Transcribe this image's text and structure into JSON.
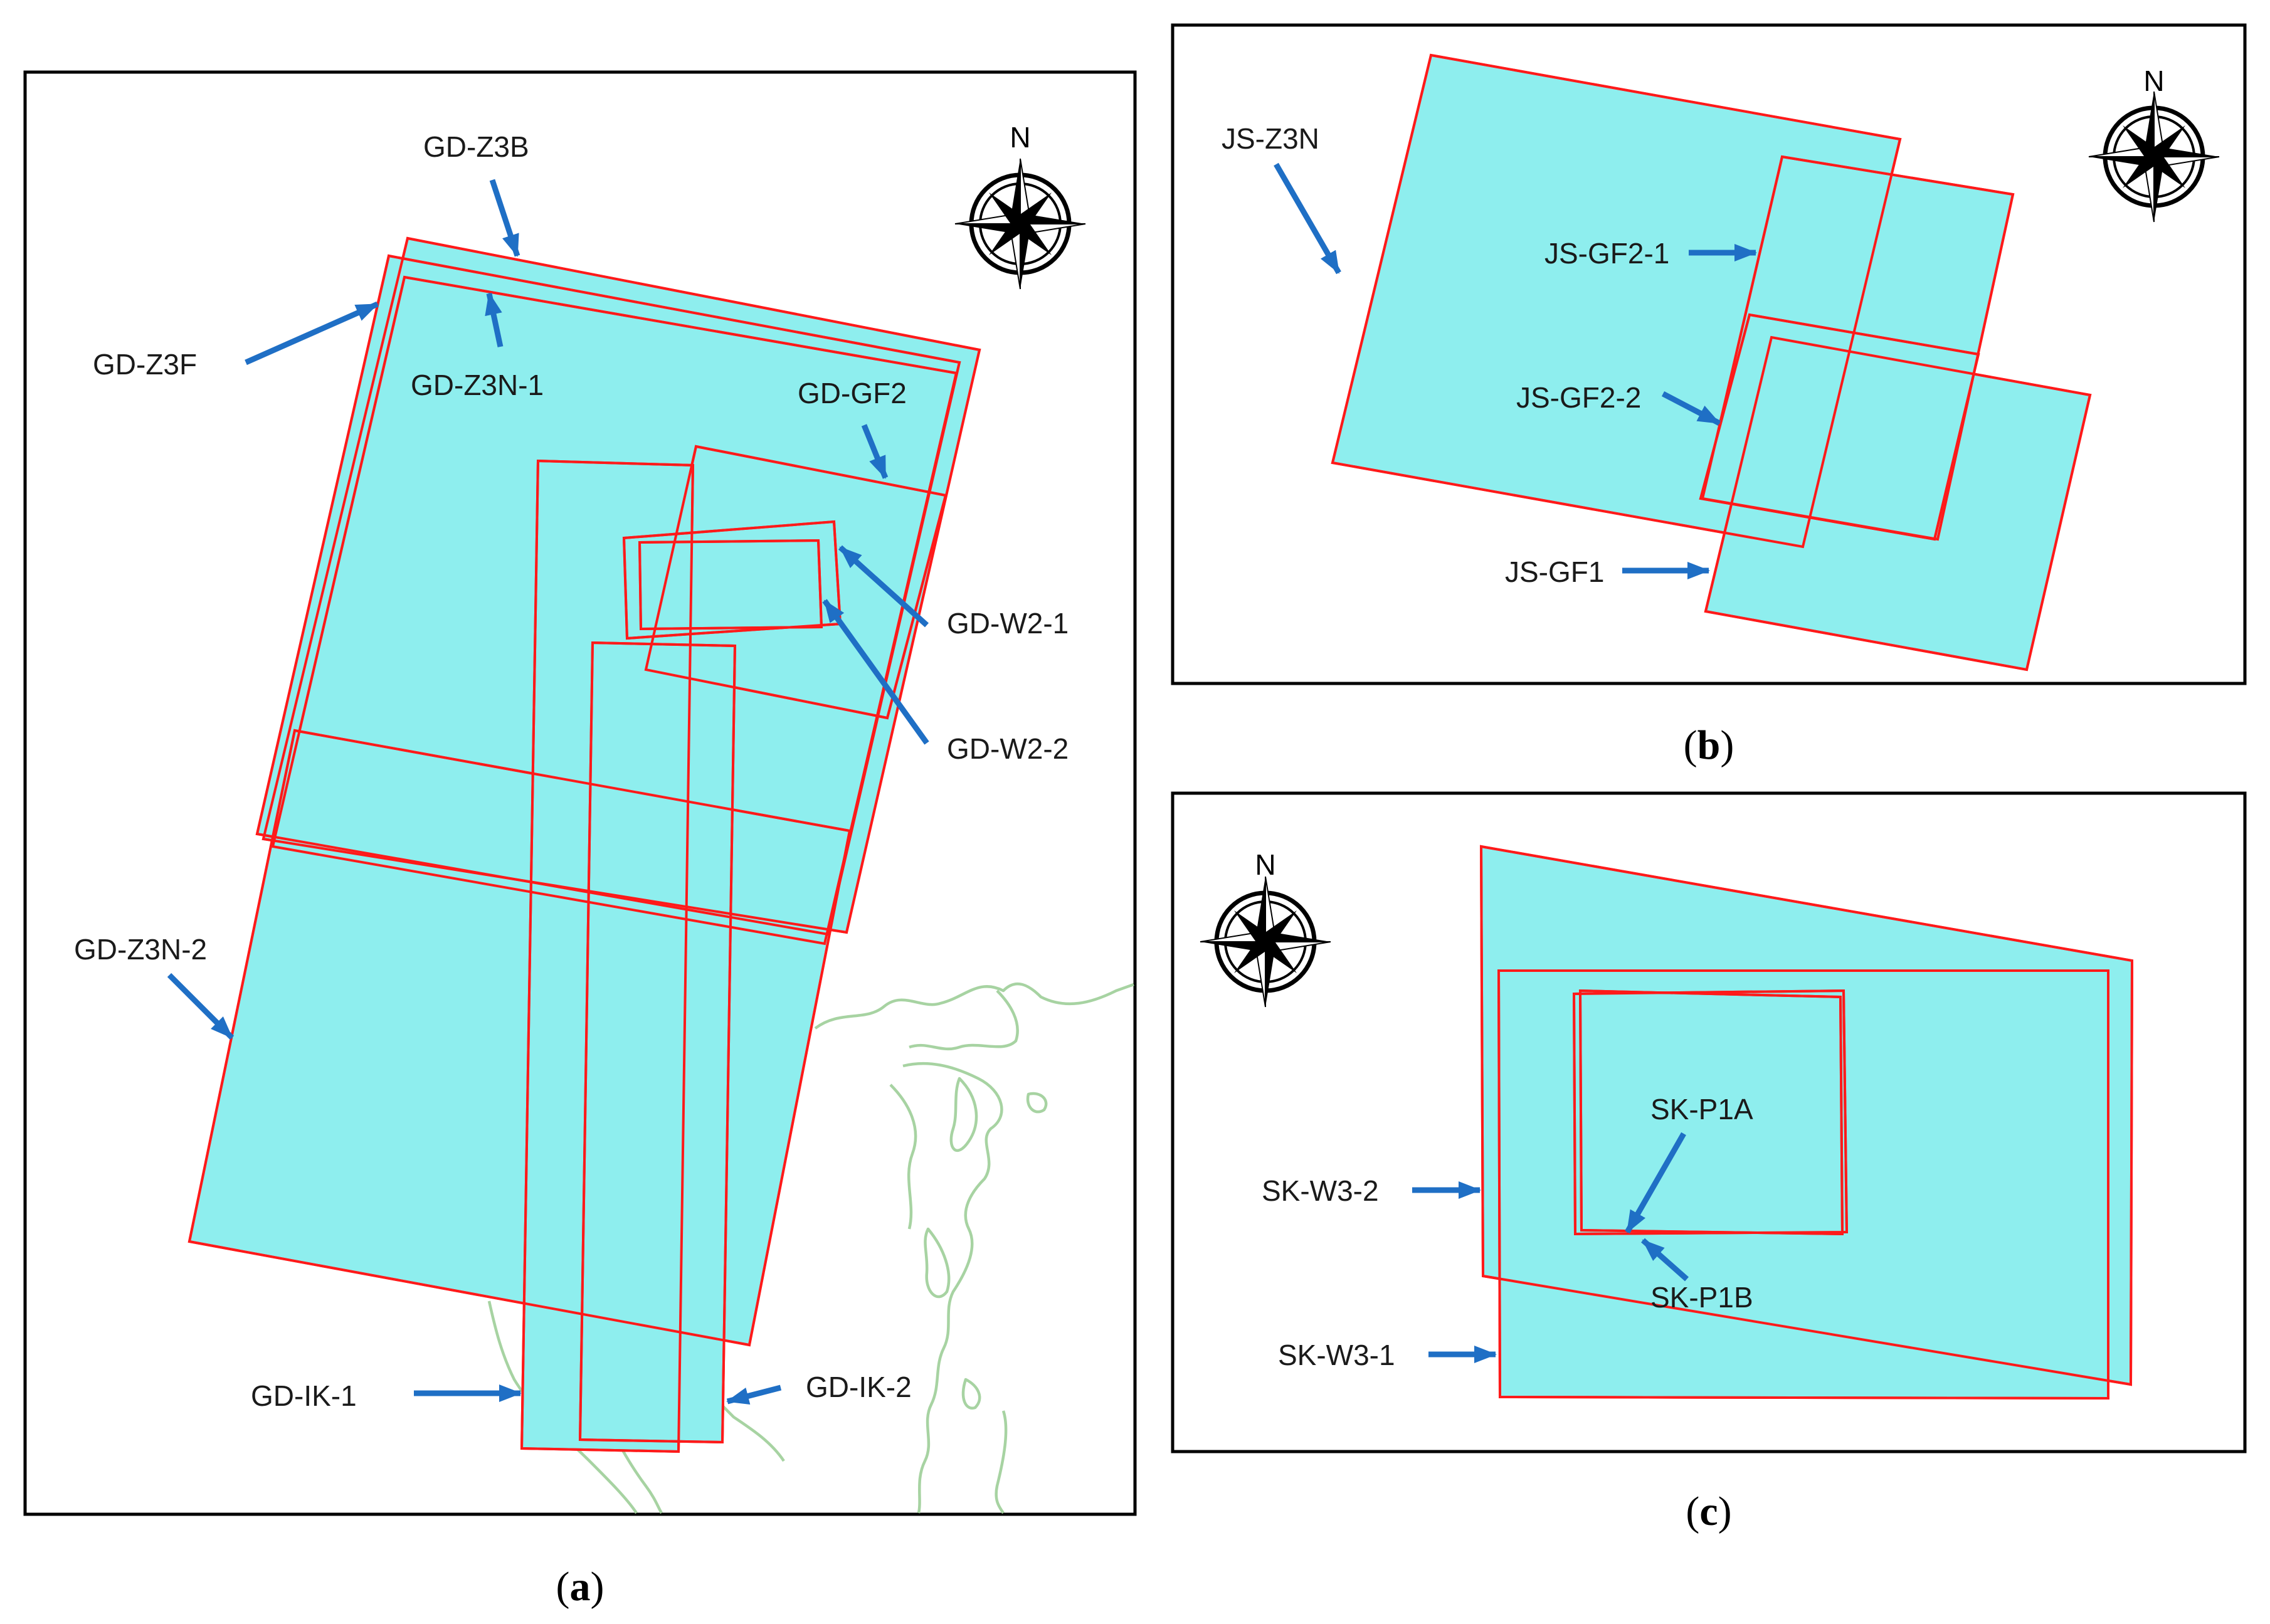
{
  "panels": {
    "a": {
      "caption": {
        "open": "(",
        "letter": "a",
        "close": ")"
      },
      "north": "N",
      "labels": {
        "z3b": "GD-Z3B",
        "z3f": "GD-Z3F",
        "z3n1": "GD-Z3N-1",
        "gf2": "GD-GF2",
        "w21": "GD-W2-1",
        "w22": "GD-W2-2",
        "z3n2": "GD-Z3N-2",
        "ik1": "GD-IK-1",
        "ik2": "GD-IK-2"
      }
    },
    "b": {
      "caption": {
        "open": "(",
        "letter": "b",
        "close": ")"
      },
      "north": "N",
      "labels": {
        "z3n": "JS-Z3N",
        "gf21": "JS-GF2-1",
        "gf22": "JS-GF2-2",
        "gf1": "JS-GF1"
      }
    },
    "c": {
      "caption": {
        "open": "(",
        "letter": "c",
        "close": ")"
      },
      "north": "N",
      "labels": {
        "p1a": "SK-P1A",
        "w32": "SK-W3-2",
        "p1b": "SK-P1B",
        "w31": "SK-W3-1"
      }
    }
  },
  "colors": {
    "footprint_fill": "#8eeeee",
    "footprint_outline": "#ff1a1a",
    "arrow": "#1f6fc5",
    "coastline": "#a7d3a2"
  },
  "icons": {
    "compass": "compass-rose-icon",
    "arrow": "arrow-icon"
  }
}
